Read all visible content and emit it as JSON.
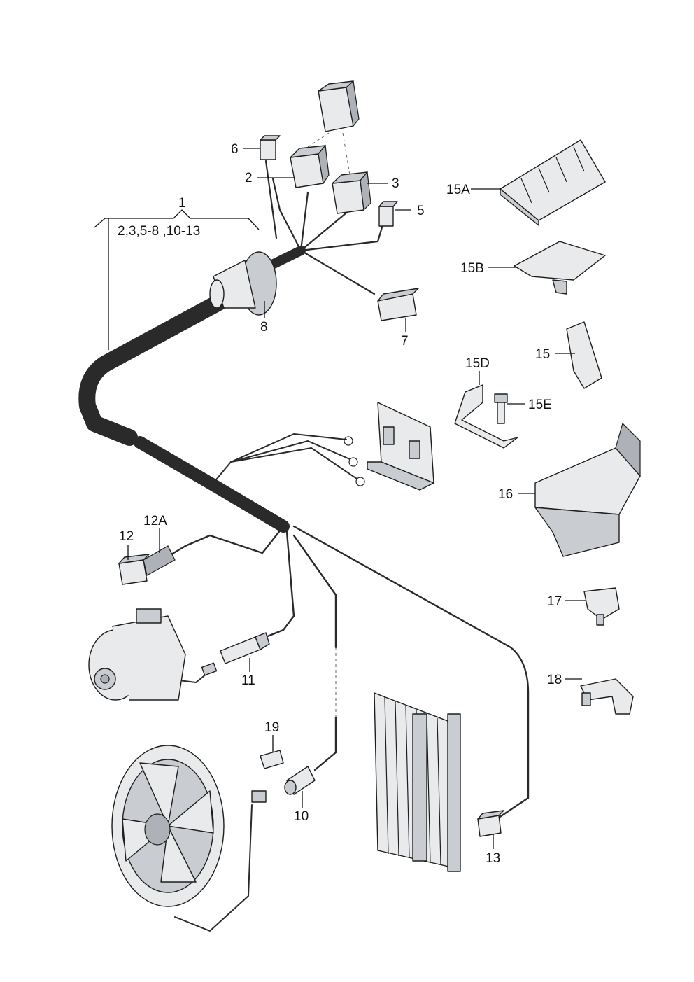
{
  "callouts": {
    "c1": "1",
    "c1_group": "2,3,5-8 ,10-13",
    "c2": "2",
    "c3": "3",
    "c5": "5",
    "c6": "6",
    "c7": "7",
    "c8": "8",
    "c10": "10",
    "c11": "11",
    "c12": "12",
    "c12a": "12A",
    "c13": "13",
    "c15": "15",
    "c15a": "15A",
    "c15b": "15B",
    "c15d": "15D",
    "c15e": "15E",
    "c16": "16",
    "c17": "17",
    "c18": "18",
    "c19": "19"
  }
}
